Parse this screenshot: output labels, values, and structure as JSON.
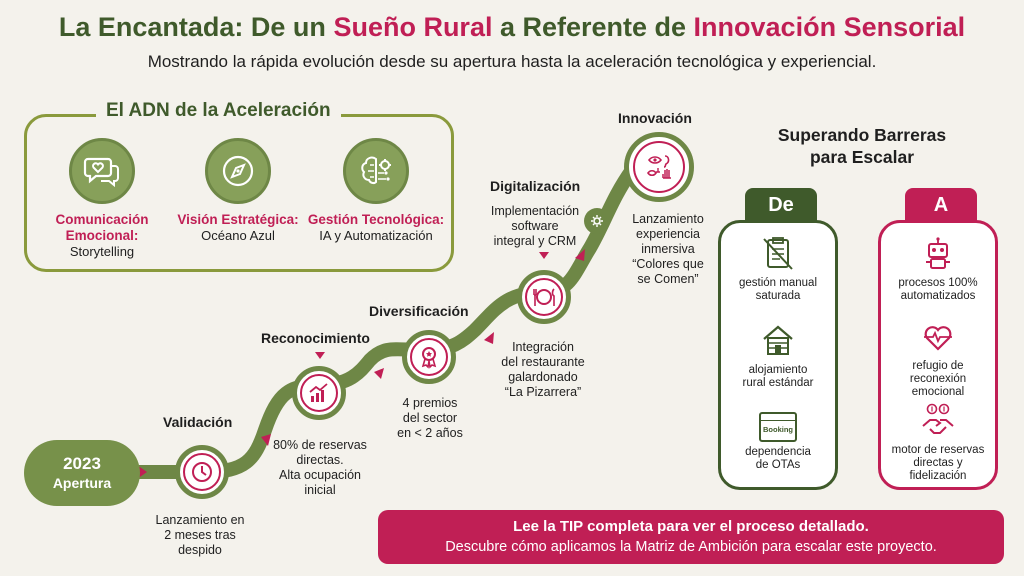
{
  "header": {
    "title_part1": "La Encantada: De un ",
    "title_highlight1": "Sueño Rural",
    "title_part2": " a Referente de ",
    "title_highlight2": "Innovación Sensorial",
    "subtitle": "Mostrando la rápida evolución desde su apertura hasta la aceleración tecnológica y experiencial."
  },
  "adn": {
    "title": "El ADN de la Aceleración",
    "items": [
      {
        "title": "Comunicación Emocional:",
        "subtitle": "Storytelling",
        "icon": "heart-chat-icon"
      },
      {
        "title": "Visión Estratégica:",
        "subtitle": "Océano Azul",
        "icon": "compass-icon"
      },
      {
        "title": "Gestión Tecnológica:",
        "subtitle": "IA y Automatización",
        "icon": "brain-gear-icon"
      }
    ]
  },
  "timeline": {
    "start": {
      "year": "2023",
      "label": "Apertura"
    },
    "stages": [
      {
        "label": "Validación",
        "desc": "Lanzamiento en\n2 meses tras\ndespido",
        "icon": "clock-icon"
      },
      {
        "label": "Reconocimiento",
        "desc": "80% de reservas\ndirectas.\nAlta ocupación\ninicial",
        "icon": "growth-chart-icon"
      },
      {
        "label": "Diversificación",
        "desc": "4 premios\ndel sector\nen < 2 años",
        "icon": "award-icon"
      },
      {
        "label": "Digitalización",
        "desc": "Integración\ndel restaurante\ngalardonado\n“La Pizarrera”",
        "note": "Implementación\nsoftware\nintegral y CRM",
        "icon": "plate-cutlery-icon"
      },
      {
        "label": "Innovación",
        "desc": "Lanzamiento\nexperiencia\ninmersiva\n“Colores que\nse Comen”",
        "icon": "senses-icon"
      }
    ]
  },
  "barriers": {
    "title": "Superando Barreras\npara Escalar",
    "from_label": "De",
    "to_label": "A",
    "from_items": [
      {
        "text": "gestión manual\nsaturada",
        "icon": "clipboard-crossed-icon"
      },
      {
        "text": "alojamiento\nrural estándar",
        "icon": "cabin-icon"
      },
      {
        "text": "dependencia\nde OTAs",
        "icon": "booking-window-icon",
        "badge": "Booking"
      }
    ],
    "to_items": [
      {
        "text": "procesos 100%\nautomatizados",
        "icon": "robot-icon"
      },
      {
        "text": "refugio de\nreconexión\nemocional",
        "icon": "heartbeat-icon"
      },
      {
        "text": "motor de reservas\ndirectas y\nfidelización",
        "icon": "handshake-icon"
      }
    ]
  },
  "cta": {
    "line1": "Lee la TIP completa para ver el proceso detallado.",
    "line2": "Descubre cómo aplicamos la Matriz de Ambición para escalar este proyecto."
  },
  "colors": {
    "green": "#6e8746",
    "green_dark": "#3f5a2b",
    "olive": "#8a9a3c",
    "magenta": "#c01f55",
    "background": "#f4f2ec"
  }
}
